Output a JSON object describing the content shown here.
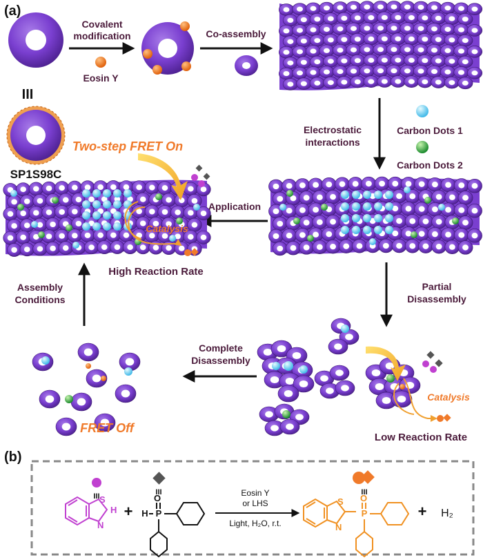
{
  "panel_a": {
    "label": "(a)",
    "step_covalent": [
      "Covalent",
      "modification"
    ],
    "eosin_label": "Eosin Y",
    "step_coassembly": "Co-assembly",
    "equiv_symbol": "III",
    "sp_label": "SP1S98C",
    "step_electrostatic": [
      "Electrostatic",
      "interactions"
    ],
    "legend_cd1": "Carbon Dots 1",
    "legend_cd2": "Carbon Dots 2",
    "fret_on": "Two-step FRET On",
    "step_application": "Application",
    "catalysis_label": "Catalysis",
    "high_rate": "High Reaction Rate",
    "step_assembly": [
      "Assembly",
      "Conditions"
    ],
    "step_partial": [
      "Partial",
      "Disassembly"
    ],
    "step_complete": [
      "Complete",
      "Disassembly"
    ],
    "fret_off": "FRET Off",
    "low_rate": "Low Reaction Rate"
  },
  "panel_b": {
    "label": "(b)",
    "equiv_symbol": "III",
    "reactant1_atoms": {
      "s": "S",
      "n": "N",
      "h": "H"
    },
    "plus1": "+",
    "reactant2_atoms": {
      "o": "O",
      "h": "H",
      "p": "P"
    },
    "conditions_top": [
      "Eosin Y",
      "or LHS"
    ],
    "conditions_bottom": "Light, H₂O, r.t.",
    "product_atoms": {
      "s": "S",
      "n": "N",
      "o": "O",
      "p": "P"
    },
    "plus2": "+",
    "byproduct": "H₂"
  },
  "colors": {
    "torus": "#7a3fd0",
    "torus_dark": "#4a1f8c",
    "eosin": "#f47a1f",
    "cd1": "#7fd8f5",
    "cd2": "#36b24a",
    "arrow": "#111111",
    "catalysis": "#f0a030",
    "reactant1": "#c040d0",
    "product": "#f09020",
    "box_border": "#888888"
  }
}
